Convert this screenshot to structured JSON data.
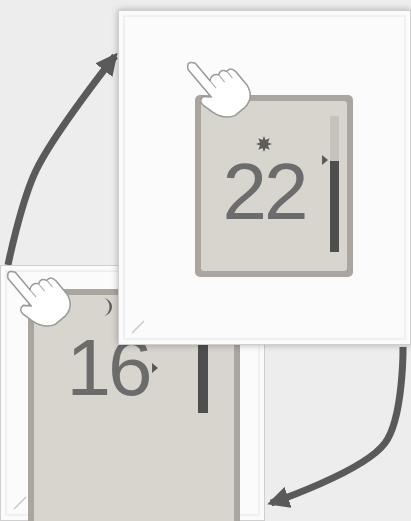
{
  "diagram": {
    "nodes": [
      {
        "text": [
          "22"
        ]
      },
      {
        "text": [
          "16"
        ]
      }
    ],
    "edges": [
      {
        "from": 1,
        "to": 0,
        "arrow": "to"
      },
      {
        "from": 0,
        "to": 1,
        "arrow": "to"
      }
    ]
  }
}
